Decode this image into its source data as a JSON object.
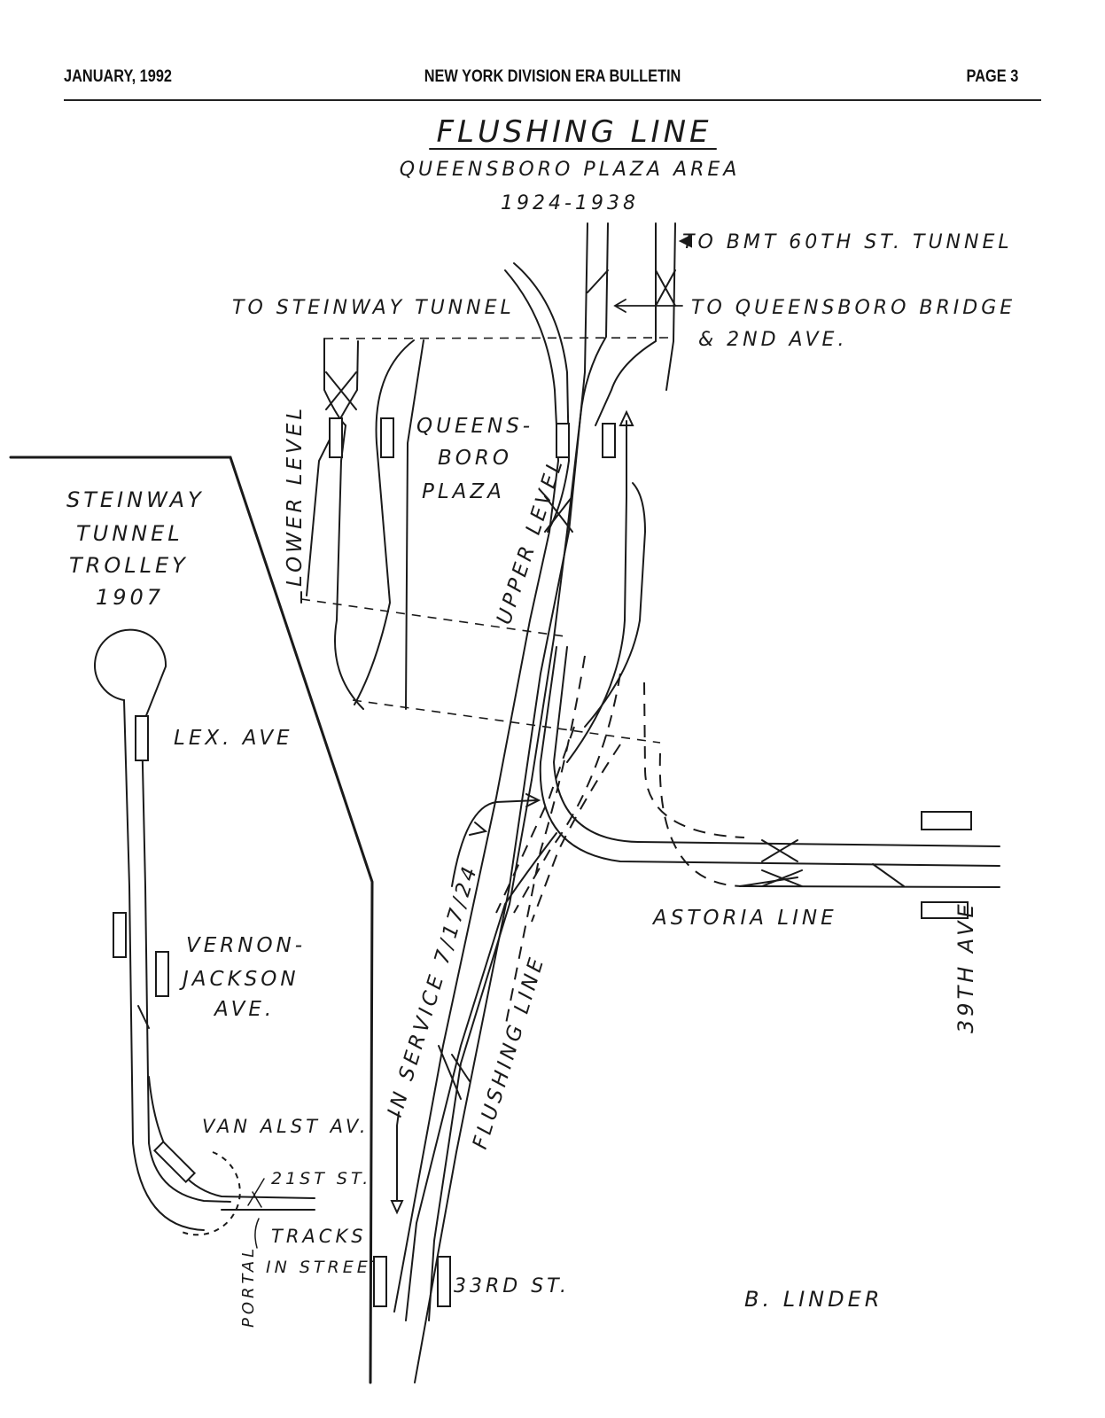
{
  "header": {
    "date": "JANUARY, 1992",
    "publication": "NEW YORK DIVISION ERA BULLETIN",
    "page": "PAGE 3"
  },
  "diagram": {
    "title": "FLUSHING LINE",
    "subtitle": "QUEENSBORO PLAZA AREA",
    "years": "1924-1938",
    "labels": {
      "bmt_tunnel": "TO BMT 60TH ST. TUNNEL",
      "steinway_tunnel": "TO STEINWAY TUNNEL",
      "qb_bridge_1": "TO QUEENSBORO BRIDGE",
      "qb_bridge_2": "& 2ND AVE.",
      "lower_level": "LOWER LEVEL",
      "upper_level": "UPPER LEVEL",
      "qp_1": "QUEENS-",
      "qp_2": "BORO",
      "qp_3": "PLAZA",
      "trolley_1": "STEINWAY",
      "trolley_2": "TUNNEL",
      "trolley_3": "TROLLEY",
      "trolley_4": "1907",
      "lex_ave": "LEX. AVE",
      "vernon_1": "VERNON-",
      "vernon_2": "JACKSON",
      "vernon_3": "AVE.",
      "van_alst": "VAN ALST AV.",
      "st21": "21ST ST.",
      "tracks_1": "TRACKS",
      "tracks_2": "IN STREET",
      "portal": "PORTAL",
      "in_service": "IN SERVICE 7/17/24",
      "flushing_line": "FLUSHING LINE",
      "astoria_line": "ASTORIA LINE",
      "ave39": "39TH AVE",
      "st33": "33RD ST.",
      "author": "B. LINDER"
    }
  }
}
